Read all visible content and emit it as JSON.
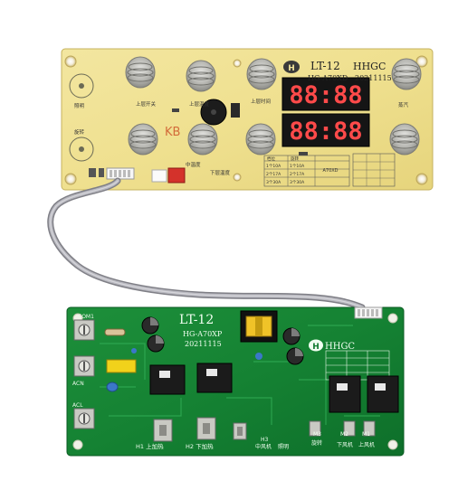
{
  "display_board": {
    "model_name": "LT-12",
    "brand": "HHGC",
    "part_number": "HG-A70XD",
    "date_code": "20211115",
    "logo_letter": "H",
    "kb_mark": "KB",
    "display_top": "88:88",
    "display_bottom": "88:88",
    "button_labels": {
      "lighting": "照明",
      "upper_switch": "上层开关",
      "upper_temp": "上层温度",
      "upper_time": "上层时间",
      "rotate": "旋转",
      "middle_temp": "中温度",
      "lower_temp": "下层温度",
      "steam": "蒸汽"
    },
    "power_table": {
      "headers": [
        "档位",
        "旋转"
      ],
      "rows": [
        [
          "1个10A",
          "1个10A"
        ],
        [
          "2个17A",
          "2个17A"
        ],
        [
          "3个30A",
          "3个30A"
        ]
      ],
      "side_label": "A70XD"
    }
  },
  "power_board": {
    "model_name": "LT-12",
    "part_number": "HG-A70XP",
    "date_code": "20211115",
    "brand": "HHGC",
    "logo_letter": "H",
    "terminals": {
      "com": "COM1",
      "acn": "ACN",
      "acl": "ACL"
    },
    "bottom_labels": {
      "h1": "H1 上加热",
      "h2": "H2 下加热",
      "h3": "H3",
      "m3": "M3",
      "m2": "M2",
      "m1": "M1",
      "mid_fan": "中风机",
      "light": "照明",
      "rotate": "旋转",
      "lower_fan": "下风机",
      "upper_fan": "上风机"
    }
  }
}
